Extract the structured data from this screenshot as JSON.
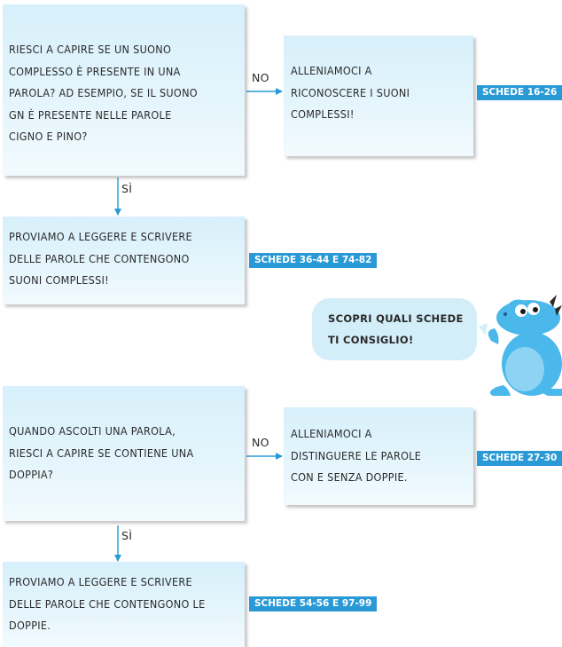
{
  "flow1": {
    "question": "RIESCI A CAPIRE SE UN SUONO\nCOMPLESSO È PRESENTE IN UNA\nPAROLA? AD ESEMPIO, SE IL SUONO\nGN È PRESENTE NELLE PAROLE\nCIGNO E  PINO?",
    "no_label": "NO",
    "no_text": "ALLENIAMOCI A\nRICONOSCERE I SUONI\nCOMPLESSI!",
    "no_badge": "SCHEDE 16-26",
    "yes_label": "SÌ",
    "yes_text": "PROVIAMO A LEGGERE E SCRIVERE\nDELLE PAROLE CHE CONTENGONO\nSUONI COMPLESSI!",
    "yes_badge": "SCHEDE 36-44 E 74-82"
  },
  "speech_bubble": "SCOPRI QUALI SCHEDE\nTI CONSIGLIO!",
  "flow2": {
    "question": "QUANDO ASCOLTI UNA PAROLA,\nRIESCI A CAPIRE SE CONTIENE UNA\nDOPPIA?",
    "no_label": "NO",
    "no_text": "ALLENIAMOCI A\nDISTINGUERE LE PAROLE\nCON E SENZA DOPPIE.",
    "no_badge": "SCHEDE 27-30",
    "yes_label": "SÌ",
    "yes_text": "PROVIAMO A LEGGERE E SCRIVERE\nDELLE PAROLE CHE CONTENGONO LE\nDOPPIE.",
    "yes_badge": "SCHEDE 54-56 E 97-99"
  },
  "colors": {
    "box_fill": "#dff3fb",
    "badge": "#2a9ad6",
    "arrow": "#2a9ad6",
    "mascot": "#4ab8ea"
  }
}
